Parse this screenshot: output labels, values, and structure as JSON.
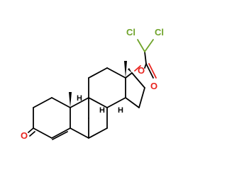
{
  "molecule": {
    "atoms": {
      "carbonyl_o": "O",
      "ester_o": "O",
      "carboxyl_o": "O",
      "cl_left": "Cl",
      "cl_right": "Cl",
      "h8": "H",
      "h9": "H",
      "h14": "H"
    },
    "colors": {
      "oxygen": "#e8231e",
      "chlorine": "#6fa32a",
      "bond": "#000000"
    }
  }
}
